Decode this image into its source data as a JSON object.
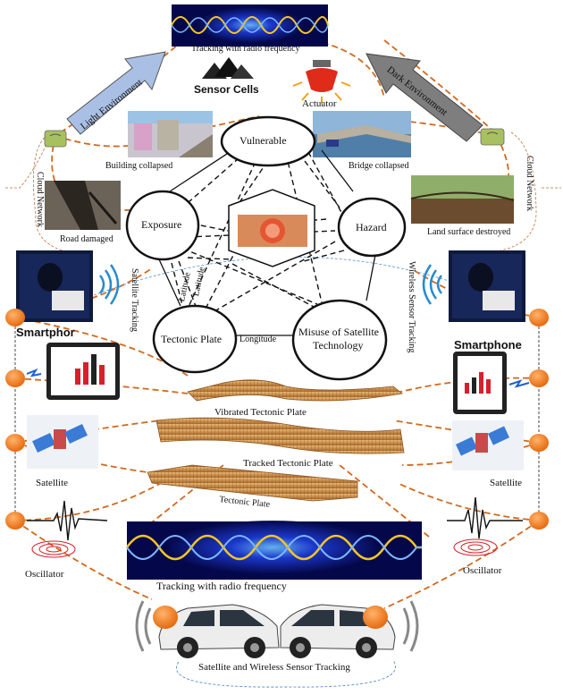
{
  "labels": {
    "tracking_top": "Tracking with radio frequency",
    "tracking_bottom": "Tracking with radio frequency",
    "sensor_cells": "Sensor Cells",
    "actuator": "Actuator",
    "light_env": "Light Environment",
    "dark_env": "Dark Environment",
    "building_collapsed": "Building collapsed",
    "bridge_collapsed": "Bridge collapsed",
    "road_damaged": "Road damaged",
    "land_destroyed": "Land surface destroyed",
    "cloud_left": "Cloud Network",
    "cloud_right": "Cloud Network",
    "satellite_tracking": "Satellite Tracking",
    "wireless_tracking": "Wireless Sensor Tracking",
    "smartphone_left": "Smartphor",
    "smartphone_right": "Smartphone",
    "satellite_left": "Satellite",
    "satellite_right": "Satellite",
    "oscillator_left": "Oscillator",
    "oscillator_right": "Oscillator",
    "vibrated_plate": "Vibrated Tectonic Plate",
    "tracked_plate": "Tracked Tectonic Plate",
    "tectonic_plate": "Tectonic Plate",
    "sat_wireless": "Satellite and Wireless Sensor Tracking"
  },
  "nodes": {
    "vulnerable": "Vulnerable",
    "exposure": "Exposure",
    "hazard": "Hazard",
    "tectonic_plate": "Tectonic Plate",
    "misuse_line1": "Misuse of Satellite",
    "misuse_line2": "Technology"
  },
  "edges": {
    "latitude1": "Latitude",
    "latitude2": "Latitude",
    "longitude": "Longitude"
  },
  "colors": {
    "orange_node": "#f0821e",
    "dashed_link": "#d2691e",
    "wave_bg": "#04084a",
    "wave_line": "#f2c623",
    "arrow_light": "#a9bfe4",
    "arrow_dark": "#808080",
    "bar_red": "#d8202a"
  },
  "icons": [
    "radio-wave-icon",
    "sensor-cells-icon",
    "actuator-icon",
    "smartphone-icon",
    "satellite-icon",
    "oscillator-icon",
    "car-icon",
    "wifi-signal-icon",
    "hacker-icon"
  ]
}
